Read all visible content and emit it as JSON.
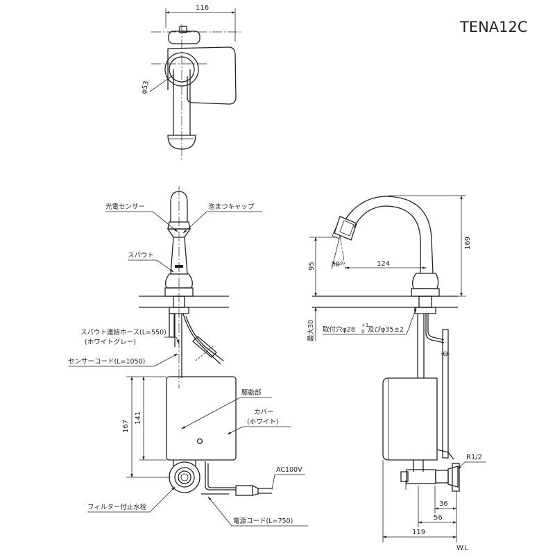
{
  "model": "TENA12C",
  "top_view": {
    "width_dim": "116",
    "diameter_dim": "φ53"
  },
  "front_view": {
    "labels": {
      "photo_sensor": "光電センサー",
      "aerator_cap": "泡まつキャップ",
      "spout": "スパウト",
      "spout_hose": "スパウト連結ホース(L=550)",
      "spout_hose_color": "(ホワイトグレー)",
      "sensor_cord": "センサーコード(L=1050)",
      "drive_unit": "駆動部",
      "cover": "カバー",
      "cover_color": "(ホワイト)",
      "ac_power": "AC100V",
      "filter_valve": "フィルター付止水栓",
      "power_cord": "電源コード(L=750)"
    },
    "dims": {
      "height_outer": "167",
      "height_inner": "141"
    }
  },
  "side_view": {
    "dims": {
      "total_height": "169",
      "spout_height": "95",
      "spout_reach": "124",
      "spray_angle": "30°",
      "max_thickness": "最大30",
      "thread": "R1/2",
      "d36": "36",
      "d56": "56",
      "d119": "119"
    },
    "mount_hole": "取付穴φ28",
    "mount_hole_tol": "+1",
    "mount_hole_tol_lower": "0",
    "mount_hole_alt": "及びφ35",
    "mount_hole_alt_tol": "±2",
    "wall_label": "W.L"
  }
}
